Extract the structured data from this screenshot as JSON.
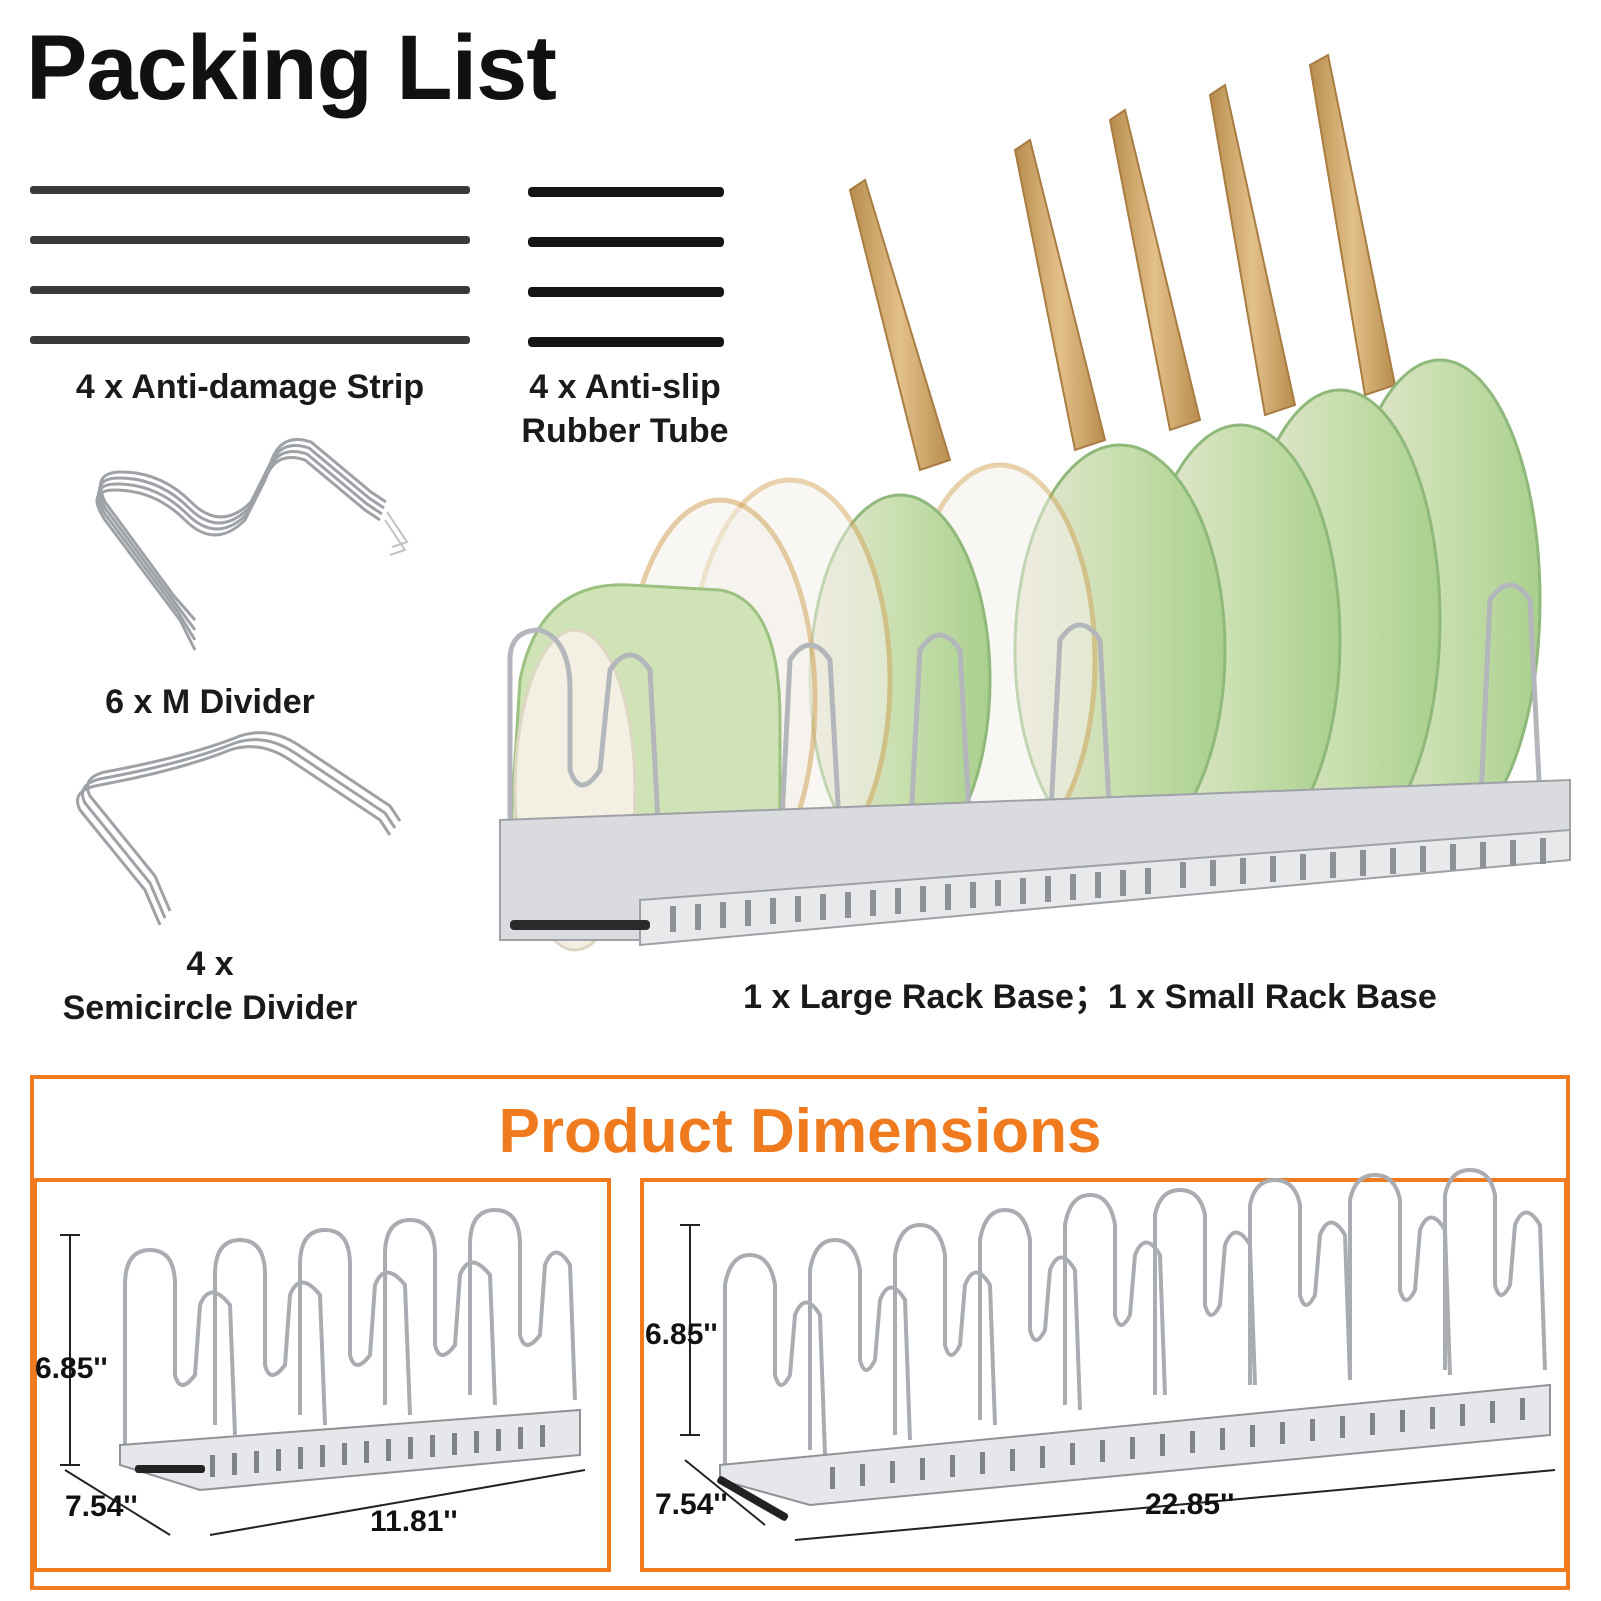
{
  "header": {
    "title": "Packing List"
  },
  "items": {
    "anti_damage_strip": "4 x Anti-damage Strip",
    "anti_slip_tube_line1": "4 x Anti-slip",
    "anti_slip_tube_line2": "Rubber Tube",
    "m_divider": "6 x M Divider",
    "semicircle_line1": "4 x",
    "semicircle_line2": "Semicircle Divider",
    "rack_base": "1 x Large Rack Base；1 x Small Rack Base"
  },
  "dimensions": {
    "title": "Product Dimensions",
    "small": {
      "height": "6.85''",
      "depth": "7.54''",
      "length": "11.81''"
    },
    "large": {
      "height": "6.85''",
      "depth": "7.54''",
      "length": "22.85''"
    }
  },
  "colors": {
    "accent": "#f07a1e",
    "pan_green": "#b8d9a4",
    "handle_gold": "#c9a368",
    "chrome": "#b9bcc0"
  }
}
